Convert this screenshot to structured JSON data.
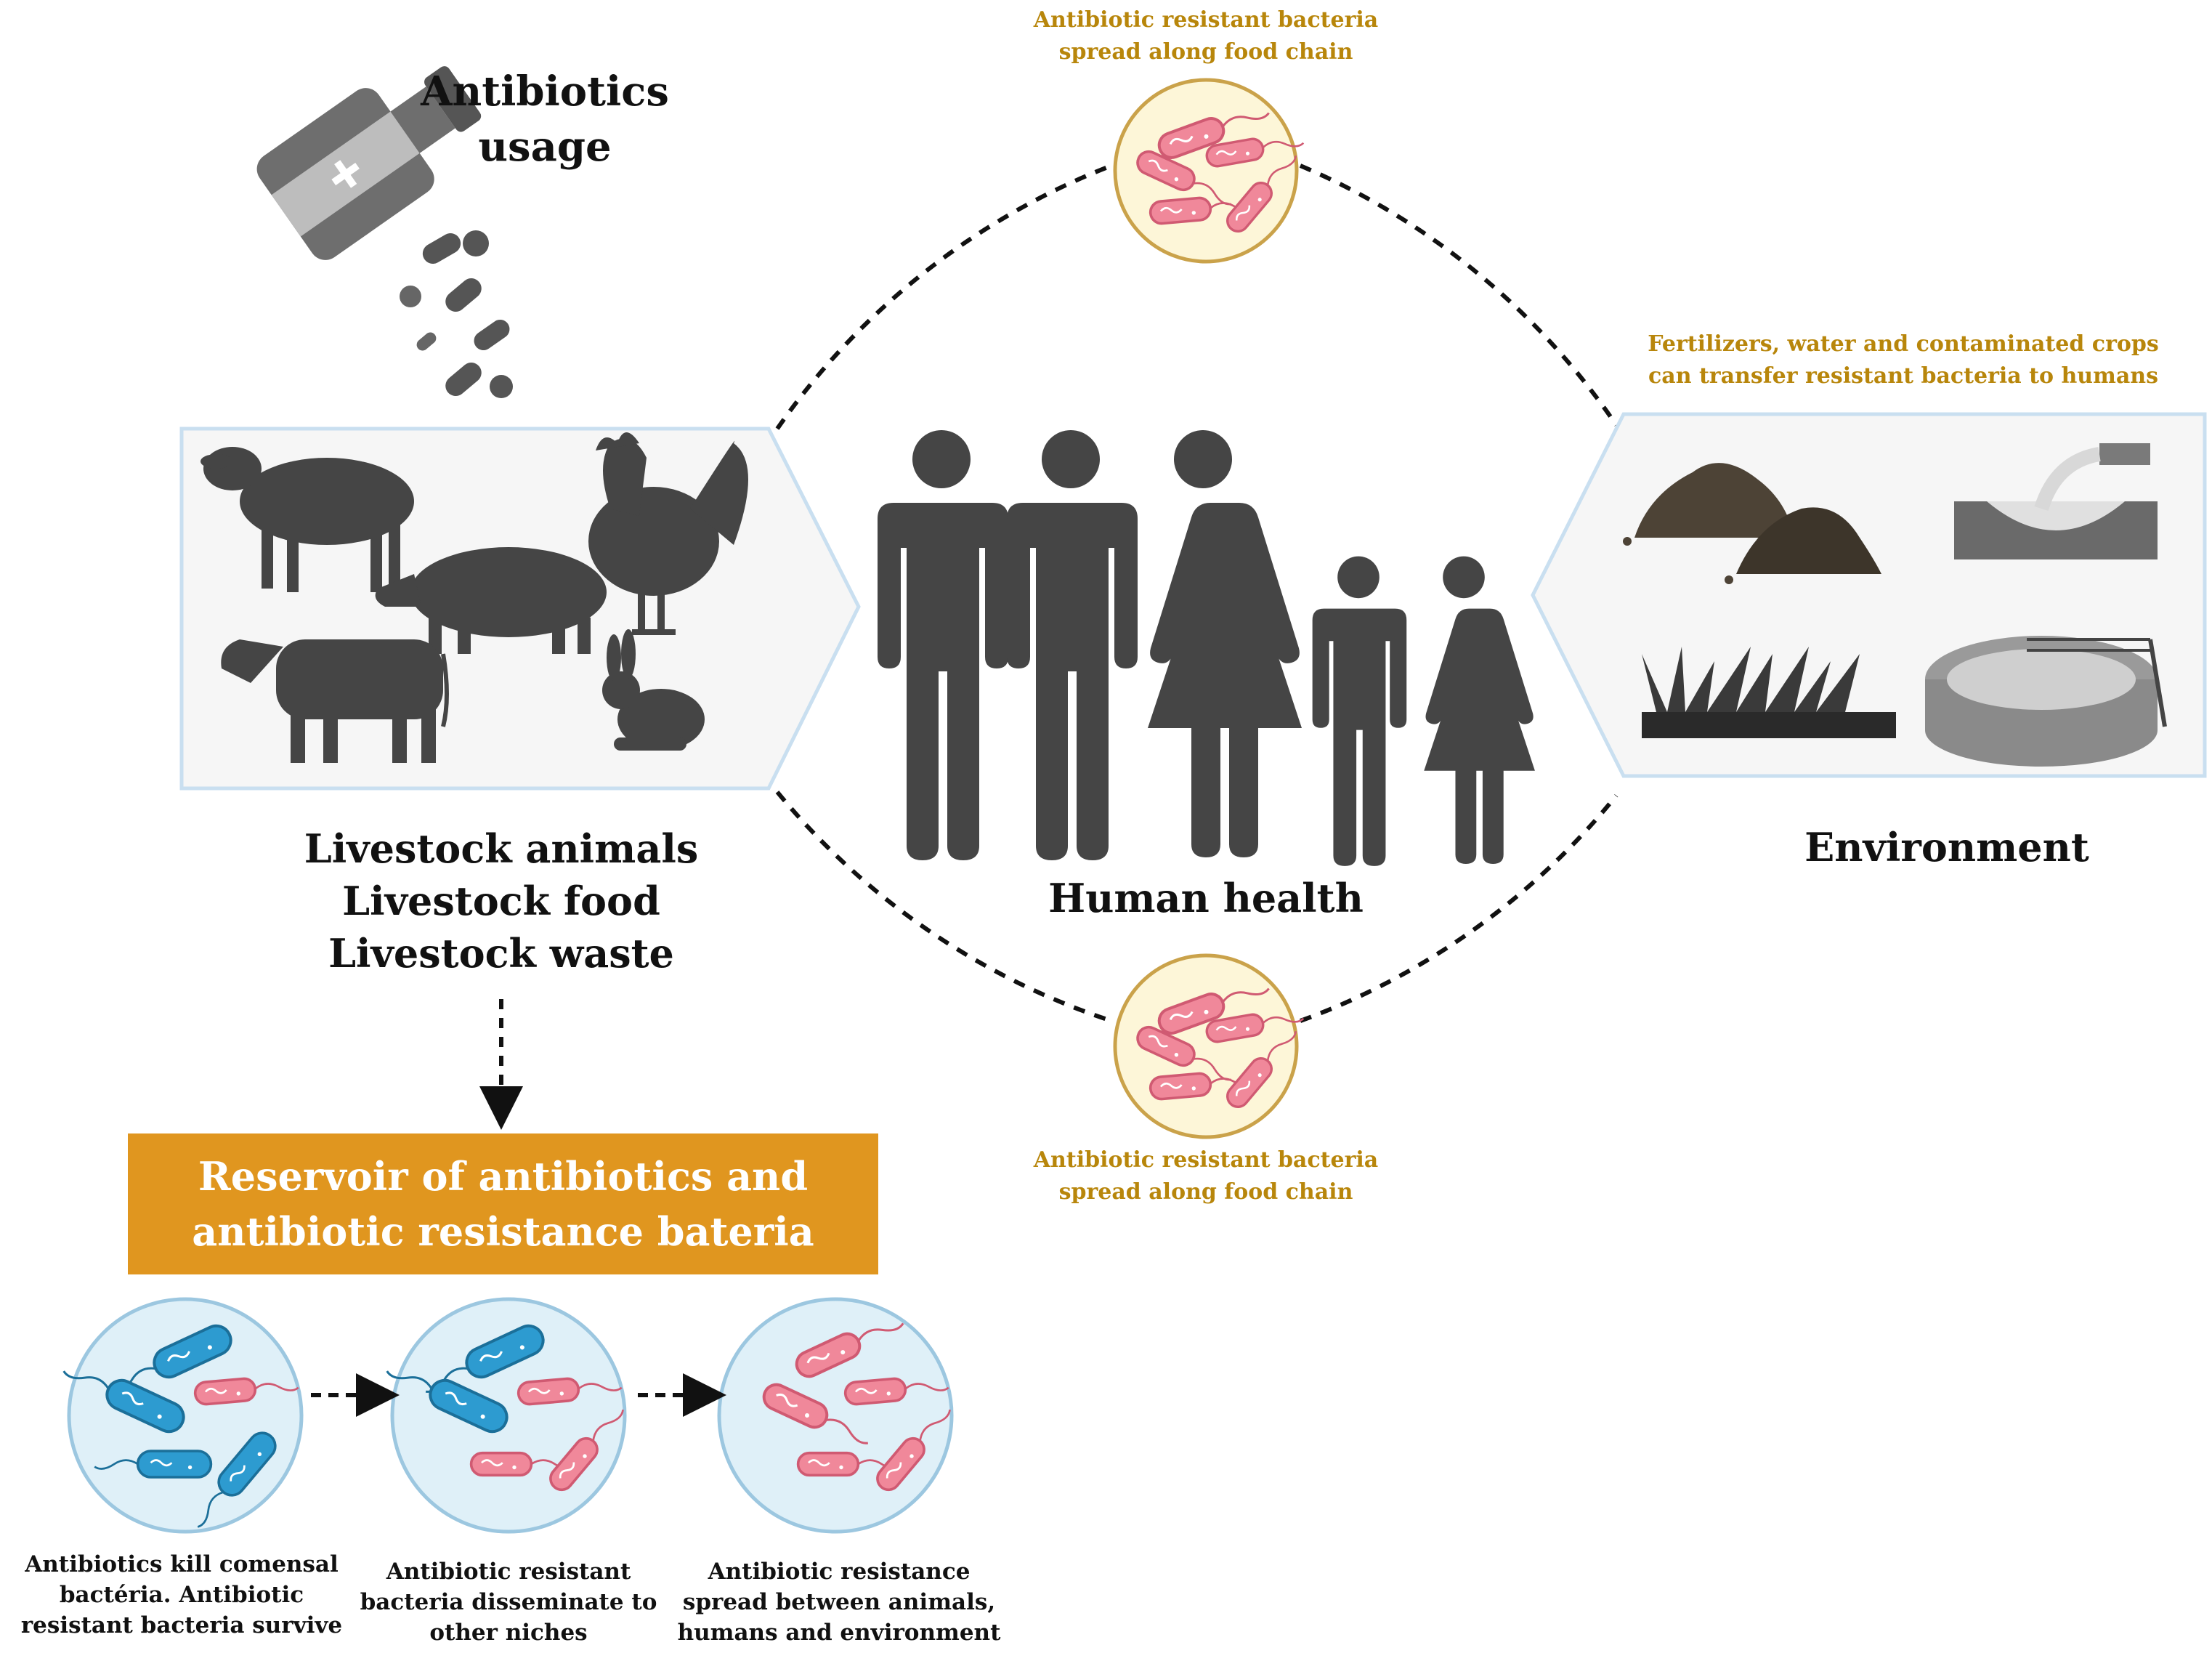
{
  "antibiotics": {
    "title_line1": "Antibiotics",
    "title_line2": "usage",
    "bottle_icon": "medicine-bottle-icon",
    "pill_icon": "pill-capsule-icon"
  },
  "food_chain_note_top": {
    "line1": "Antibiotic resistant bacteria",
    "line2": "spread along food chain"
  },
  "food_chain_note_bottom": {
    "line1": "Antibiotic resistant bacteria",
    "line2": "spread along food chain"
  },
  "environment_note": {
    "line1": "Fertilizers, water and contaminated crops",
    "line2": "can transfer resistant bacteria to humans"
  },
  "livestock": {
    "line1": "Livestock animals",
    "line2": "Livestock food",
    "line3": "Livestock waste",
    "icons": [
      "sheep-icon",
      "pig-icon",
      "rooster-icon",
      "cow-icon",
      "rabbit-icon"
    ]
  },
  "human_health": {
    "title": "Human health",
    "icon": "family-people-icon"
  },
  "environment": {
    "title": "Environment",
    "icons": [
      "manure-pile-icon",
      "water-outflow-icon",
      "crops-icon",
      "treatment-tank-icon"
    ]
  },
  "reservoir": {
    "line1": "Reservoir of antibiotics and",
    "line2": "antibiotic resistance bateria"
  },
  "stages": [
    {
      "line1": "Antibiotics kill comensal",
      "line2": "bactéria. Antibiotic",
      "line3": "resistant bacteria survive"
    },
    {
      "line1": "Antibiotic resistant",
      "line2": "bacteria disseminate to",
      "line3": "other niches"
    },
    {
      "line1": "Antibiotic resistance",
      "line2": "spread between animals,",
      "line3": "humans and environment"
    }
  ],
  "colors": {
    "note_gold": "#b8860b",
    "reservoir_orange": "#e0961f",
    "silhouette_gray": "#454545",
    "commensal_blue": "#2d9bd0",
    "resistant_pink": "#f0889a",
    "petri_fill": "#dff0f8",
    "food_circle_fill": "#fdf6d8",
    "panel_border": "#c9dff0"
  }
}
